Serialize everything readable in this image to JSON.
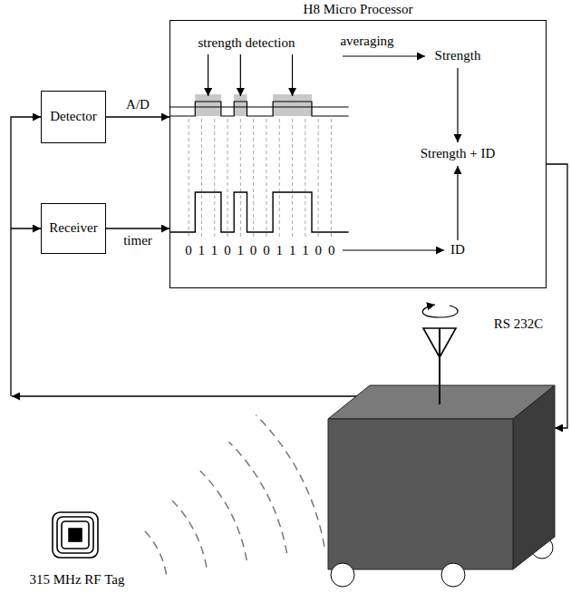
{
  "diagram": {
    "nodes": [
      {
        "text": [
          "H8 Micro Processor"
        ]
      },
      {
        "text": [
          "Detector"
        ]
      },
      {
        "text": [
          "Receiver"
        ]
      }
    ],
    "edges": [
      {
        "from": 1,
        "to": 0,
        "label": "A/D",
        "arrow": "to"
      },
      {
        "from": 2,
        "to": 0,
        "label": "timer",
        "arrow": "to"
      }
    ],
    "labels": [
      "strength detection",
      "averaging",
      "Strength",
      "Strength + ID",
      "ID",
      "0 1 1 0 1 0 0 1 1 1 0 0",
      "RS 232C",
      "315 MHz RF Tag"
    ]
  }
}
